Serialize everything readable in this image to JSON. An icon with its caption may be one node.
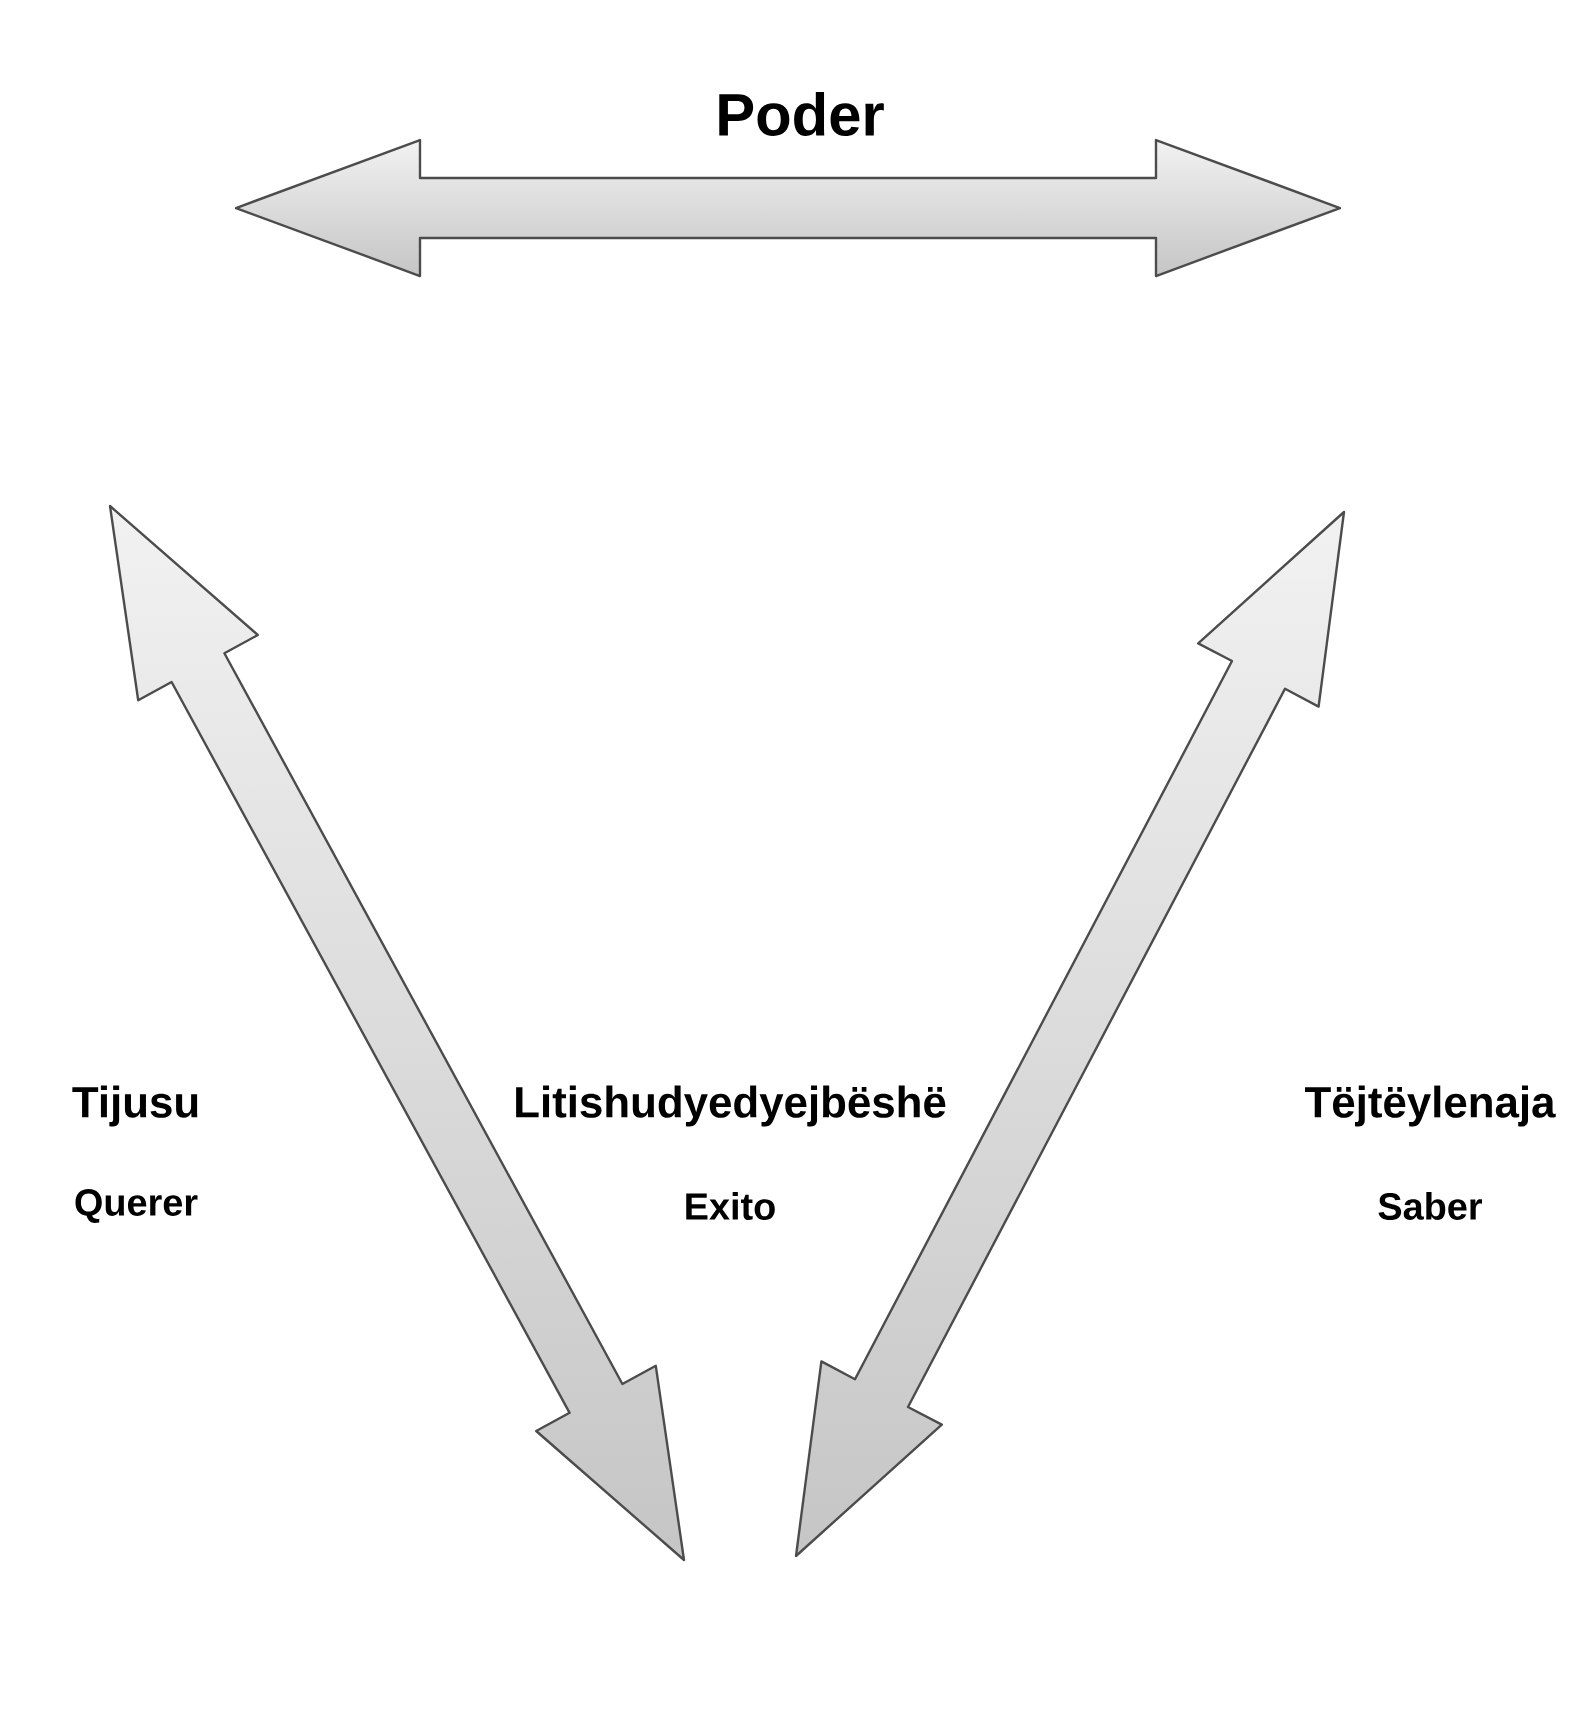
{
  "diagram": {
    "labels": [
      "Poder",
      "Tijusu",
      "Querer",
      "Litishudyedyejbëshë",
      "Exito",
      "Tëjtëylenaja",
      "Saber"
    ]
  }
}
